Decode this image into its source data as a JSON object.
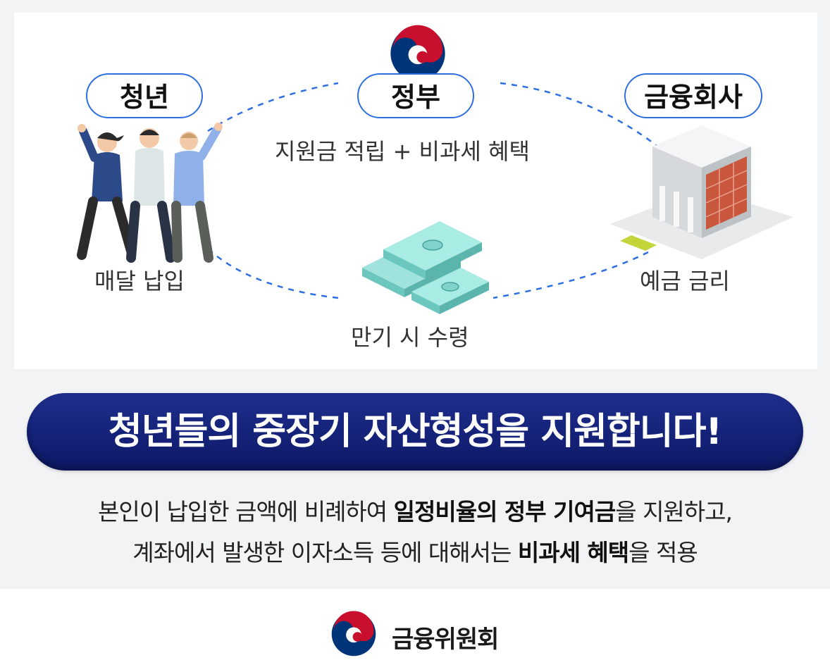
{
  "roles": {
    "youth": "청년",
    "government": "정부",
    "financial": "금융회사"
  },
  "labels": {
    "government_benefit": "지원금 적립 + 비과세 혜택",
    "monthly_payment": "매달 납입",
    "deposit_interest": "예금 금리",
    "maturity_receipt": "만기 시 수령"
  },
  "banner": {
    "headline": "청년들의 중장기 자산형성을 지원합니다!"
  },
  "description": {
    "line1_a": "본인이 납입한 금액에 비례하여 ",
    "line1_bold": "일정비율의 정부 기여금",
    "line1_b": "을 지원하고,",
    "line2_a": "계좌에서 발생한 이자소득 등에 대해서는 ",
    "line2_bold": "비과세 혜택",
    "line2_b": "을 적용"
  },
  "footer": {
    "org_name": "금융위원회"
  },
  "colors": {
    "accent_blue": "#2f6fe0",
    "banner_navy": "#15237a",
    "emblem_red": "#c8102e",
    "emblem_blue": "#003478"
  }
}
